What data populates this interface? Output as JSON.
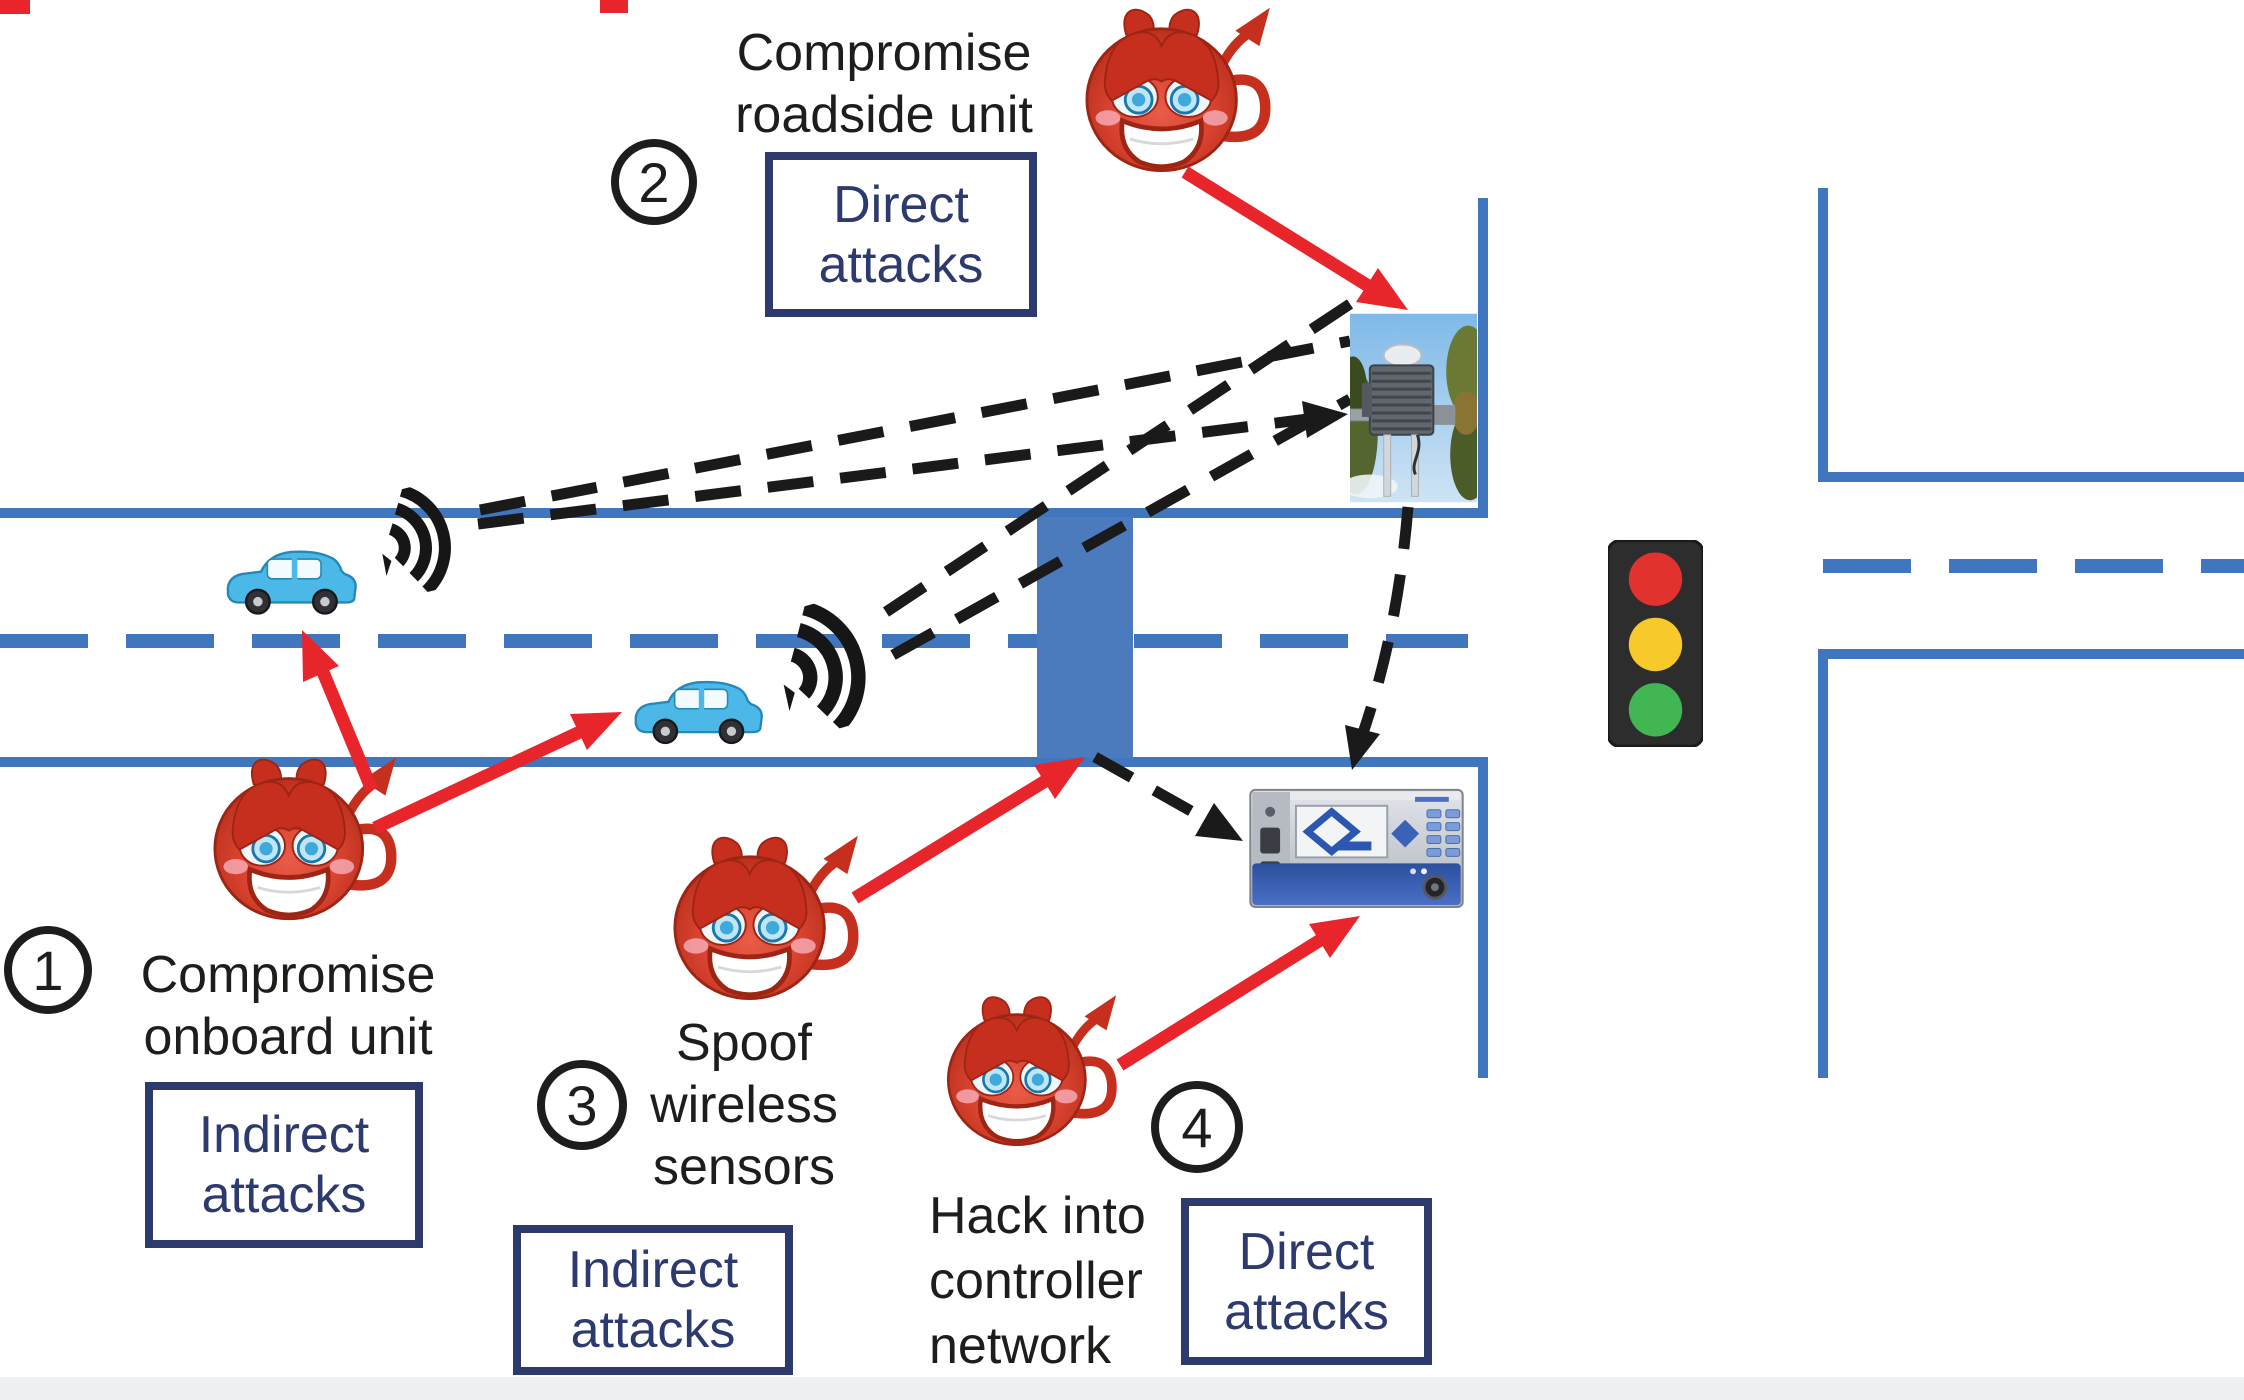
{
  "attacks": [
    {
      "number": "1",
      "label": "Compromise onboard unit",
      "label_lines": [
        "Compromise",
        "onboard unit"
      ],
      "category": "Indirect attacks",
      "category_lines": [
        "Indirect",
        "attacks"
      ]
    },
    {
      "number": "2",
      "label": "Compromise roadside unit",
      "label_lines": [
        "Compromise",
        "roadside unit"
      ],
      "category": "Direct attacks",
      "category_lines": [
        "Direct",
        "attacks"
      ]
    },
    {
      "number": "3",
      "label": "Spoof wireless sensors",
      "label_lines": [
        "Spoof",
        "wireless",
        "sensors"
      ],
      "category": "Indirect attacks",
      "category_lines": [
        "Indirect",
        "attacks"
      ]
    },
    {
      "number": "4",
      "label": "Hack into controller network",
      "label_lines": [
        "Hack into",
        "controller",
        "network"
      ],
      "category": "Direct attacks",
      "category_lines": [
        "Direct",
        "attacks"
      ]
    }
  ],
  "icons": {
    "attacker": "attacker-devil-icon",
    "car": "connected-car-icon",
    "wireless": "wireless-signal-icon",
    "roadside_unit": "roadside-unit-photo",
    "controller": "traffic-controller-device",
    "traffic_light": "traffic-light-icon",
    "road_sensor": "in-road-sensor-zone"
  },
  "traffic_light": {
    "lights": [
      "red",
      "yellow",
      "green"
    ]
  },
  "colors": {
    "road_blue": "#3F76BD",
    "band_blue": "#4B7BBD",
    "arrow_red": "#E8252B",
    "dash_black": "#1A1A1A",
    "navy": "#2D3A6E",
    "text_black": "#1D1D1B",
    "light_red": "#E23230",
    "light_yellow": "#F7C92A",
    "light_green": "#43B654"
  }
}
